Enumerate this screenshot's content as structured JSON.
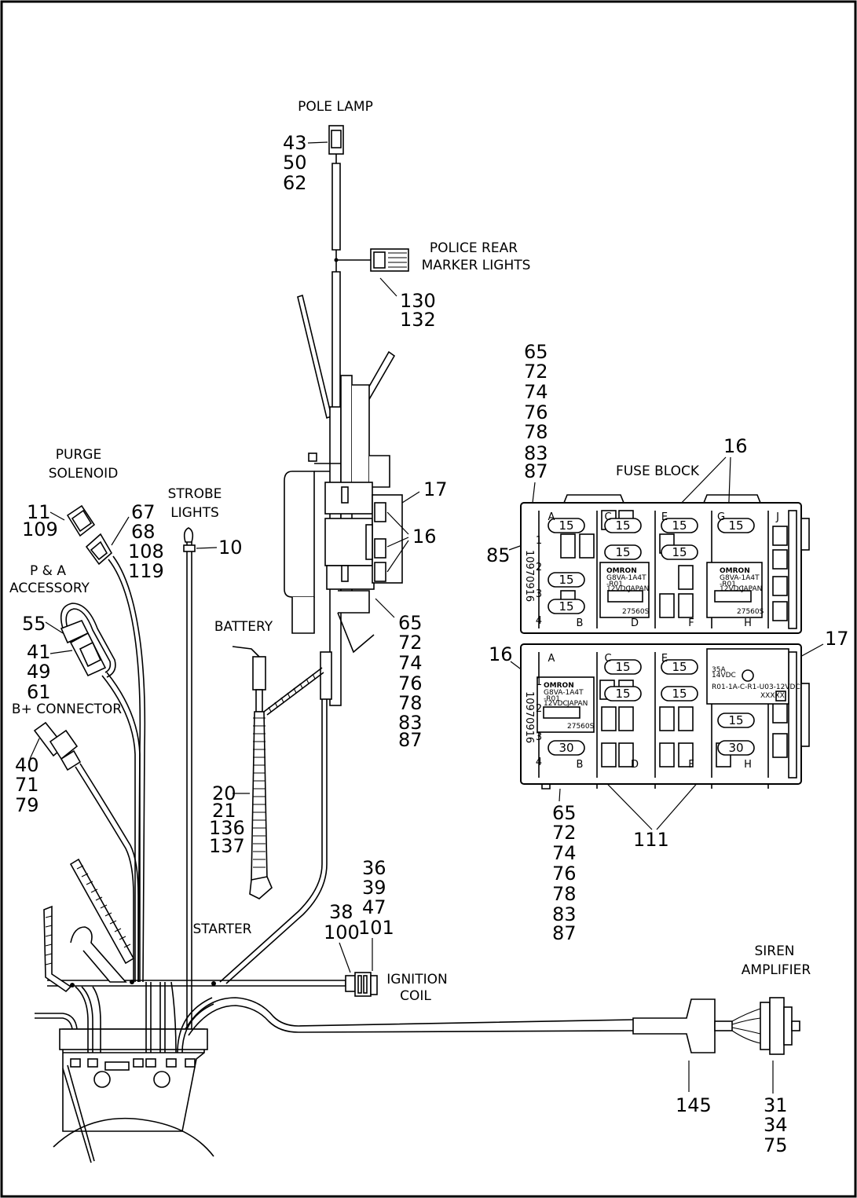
{
  "labels": {
    "pole_lamp": "POLE LAMP",
    "police_rear_1": "POLICE REAR",
    "police_rear_2": "MARKER LIGHTS",
    "purge_1": "PURGE",
    "purge_2": "SOLENOID",
    "strobe_1": "STROBE",
    "strobe_2": "LIGHTS",
    "pa_1": "P & A",
    "pa_2": "ACCESSORY",
    "battery": "BATTERY",
    "b_plus": "B+ CONNECTOR",
    "starter": "STARTER",
    "ignition_1": "IGNITION",
    "ignition_2": "COIL",
    "siren_1": "SIREN",
    "siren_2": "AMPLIFIER",
    "fuse_block": "FUSE BLOCK"
  },
  "callouts": {
    "pole_lamp": [
      "43",
      "50",
      "62"
    ],
    "police_rear": [
      "130",
      "132"
    ],
    "fuse_top": [
      "65",
      "72",
      "74",
      "76",
      "78",
      "83",
      "87"
    ],
    "fuse_relay": "16",
    "relay_center_17": "17",
    "relay_center_16": "16",
    "fuse_85": "85",
    "fuse_17": "17",
    "fuse_16_lower": "16",
    "fuse_bottom": [
      "65",
      "72",
      "74",
      "76",
      "78",
      "83",
      "87"
    ],
    "fuse_111": "111",
    "center_stack": [
      "65",
      "72",
      "74",
      "76",
      "78",
      "83",
      "87"
    ],
    "purge": [
      "11",
      "109"
    ],
    "purge_conn": [
      "67",
      "68",
      "108",
      "119"
    ],
    "strobe": "10",
    "pa": "55",
    "pa_conn": [
      "41",
      "49",
      "61"
    ],
    "b_plus": [
      "40",
      "71",
      "79"
    ],
    "starter_cable": [
      "20",
      "21",
      "136",
      "137"
    ],
    "ignition_a": [
      "38",
      "100"
    ],
    "ignition_b": [
      "36",
      "39",
      "47",
      "101"
    ],
    "siren_145": "145",
    "siren_conn": [
      "31",
      "34",
      "75"
    ]
  },
  "fuse_block": {
    "upper": {
      "columns": [
        "A",
        "C",
        "E",
        "G",
        "J",
        "B",
        "D",
        "F",
        "H"
      ],
      "rows": [
        "1",
        "2",
        "3",
        "4"
      ],
      "fuses": [
        "15",
        "15",
        "15",
        "15",
        "15",
        "15",
        "15",
        "15"
      ],
      "part_no": "10970916",
      "relay_1": [
        "OMRON",
        "G8VA-1A4T",
        "-R01",
        "12VDC",
        "JAPAN",
        "27560S"
      ],
      "relay_2": [
        "OMRON",
        "G8VA-1A4T",
        "-R01",
        "12VDC",
        "JAPAN",
        "27560S"
      ]
    },
    "lower": {
      "columns": [
        "A",
        "C",
        "E",
        "B",
        "D",
        "F",
        "H"
      ],
      "rows": [
        "1",
        "2",
        "3",
        "4"
      ],
      "fuses": [
        "15",
        "15",
        "15",
        "15",
        "15",
        "30",
        "30"
      ],
      "part_no": "10970916",
      "relay_1": [
        "OMRON",
        "G8VA-1A4T",
        "-R01",
        "12VDC",
        "JAPAN",
        "27560S"
      ],
      "relay_2": [
        "35A",
        "14VDC",
        "R01-1A-C-R1-U03-12VDC",
        "XXXXX"
      ]
    }
  },
  "icons": [
    "connector-icon",
    "relay-icon",
    "fuse-icon",
    "battery-cable-icon"
  ]
}
